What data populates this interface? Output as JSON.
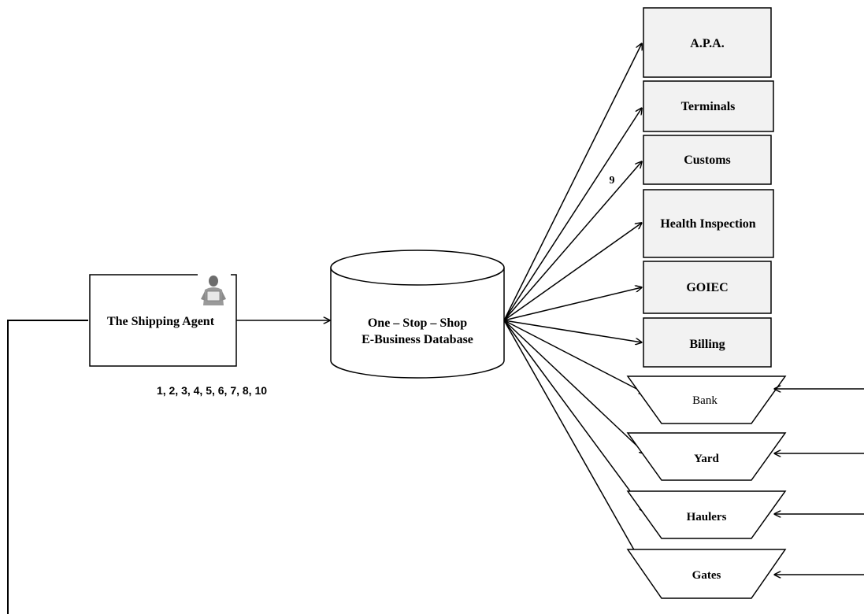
{
  "agent": {
    "label": "The Shipping Agent",
    "icon": "person-icon",
    "steps": "1, 2, 3, 4, 5, 6, 7, 8, 10"
  },
  "database": {
    "line1": "One – Stop – Shop",
    "line2": "E-Business Database"
  },
  "agencies": [
    {
      "label": "A.P.A."
    },
    {
      "label": "Terminals"
    },
    {
      "label": "Customs"
    },
    {
      "label": "Health Inspection"
    },
    {
      "label": "GOIEC"
    },
    {
      "label": "Billing"
    }
  ],
  "operators": [
    {
      "label": "Bank",
      "bold": false
    },
    {
      "label": "Yard",
      "bold": true
    },
    {
      "label": "Haulers",
      "bold": true
    },
    {
      "label": "Gates",
      "bold": true
    }
  ],
  "customs_step": "9",
  "colors": {
    "agency_fill": "#f2f2f2",
    "stroke": "#000000"
  }
}
